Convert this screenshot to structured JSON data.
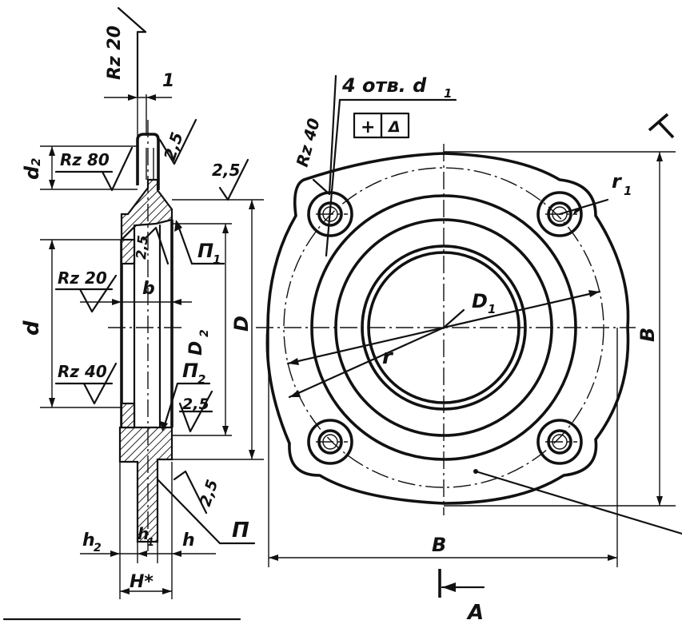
{
  "roughness": {
    "rz20_top": "Rz 20",
    "rz80": "Rz 80",
    "rz20_mid": "Rz 20",
    "rz40_low": "Rz 40",
    "rz40_plan": "Rz 40"
  },
  "finish_marks": {
    "a": "2,5",
    "b": "2,5",
    "c": "2,5",
    "d": "2,5",
    "e": "2,5"
  },
  "section_dims": {
    "one": "1",
    "d2": "d",
    "d2_sub": "2",
    "d": "d",
    "b": "b",
    "D": "D",
    "D2": "D",
    "D2_sub": "2",
    "h2": "h",
    "h2_sub": "2",
    "h1": "h",
    "h1_sub": "1",
    "h": "h",
    "H": "H*"
  },
  "surfaces": {
    "P1": "П",
    "P1_sub": "1",
    "P2": "П",
    "P2_sub": "2",
    "P": "П"
  },
  "plan_dims": {
    "holes_label": "4 отв. d",
    "holes_sub": "1",
    "tol_plus": "+",
    "tol_delta": "Δ",
    "r1": "r",
    "r1_sub": "1",
    "D1": "D",
    "D1_sub": "1",
    "r": "r",
    "B_right": "B",
    "B_bottom": "B",
    "view": "A"
  }
}
